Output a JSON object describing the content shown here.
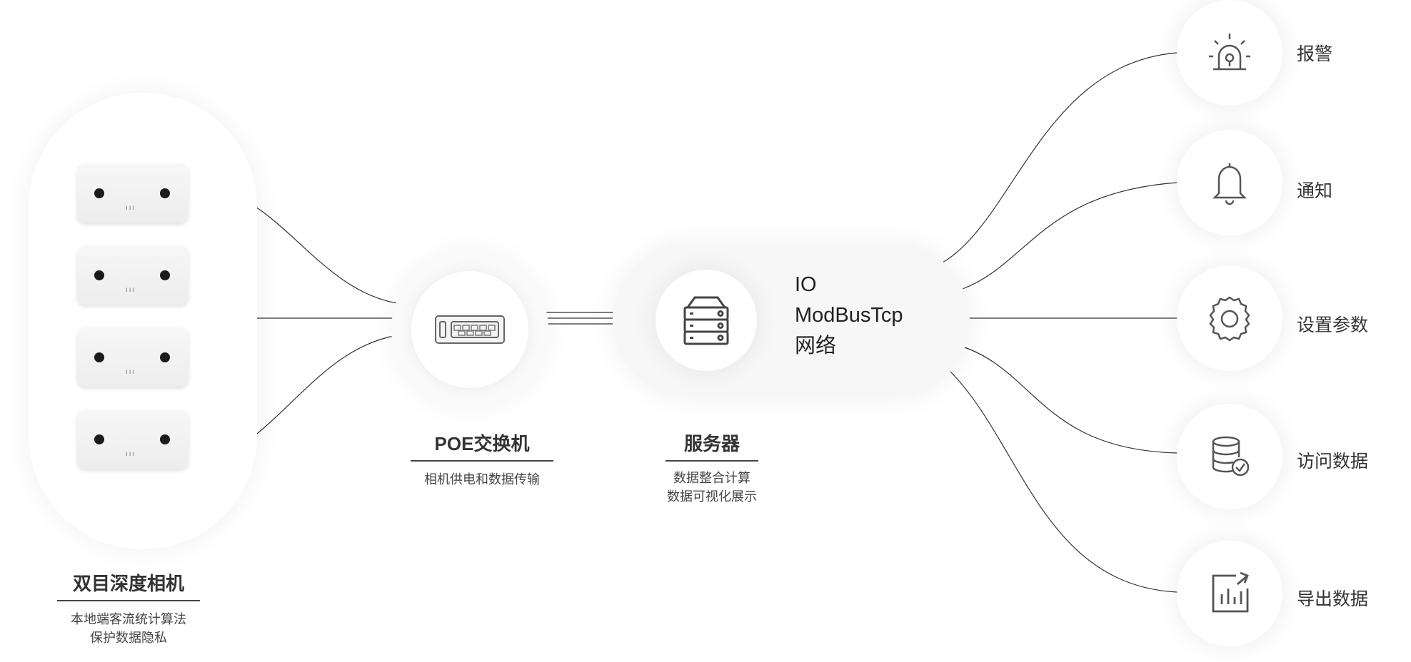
{
  "camera": {
    "title": "双目深度相机",
    "subtitle": [
      "本地端客流统计算法",
      "保护数据隐私"
    ]
  },
  "switch": {
    "title": "POE交换机",
    "subtitle": [
      "相机供电和数据传输"
    ]
  },
  "server": {
    "title": "服务器",
    "subtitle": [
      "数据整合计算",
      "数据可视化展示"
    ],
    "network_lines": [
      "IO",
      "ModBusTcp",
      "网络"
    ]
  },
  "outputs": [
    {
      "label": "报警",
      "icon": "alarm-light-icon"
    },
    {
      "label": "通知",
      "icon": "bell-icon"
    },
    {
      "label": "设置参数",
      "icon": "gear-icon"
    },
    {
      "label": "访问数据",
      "icon": "database-check-icon"
    },
    {
      "label": "导出数据",
      "icon": "chart-export-icon"
    }
  ],
  "colors": {
    "line": "#333333",
    "icon": "#555555",
    "text": "#333333"
  }
}
